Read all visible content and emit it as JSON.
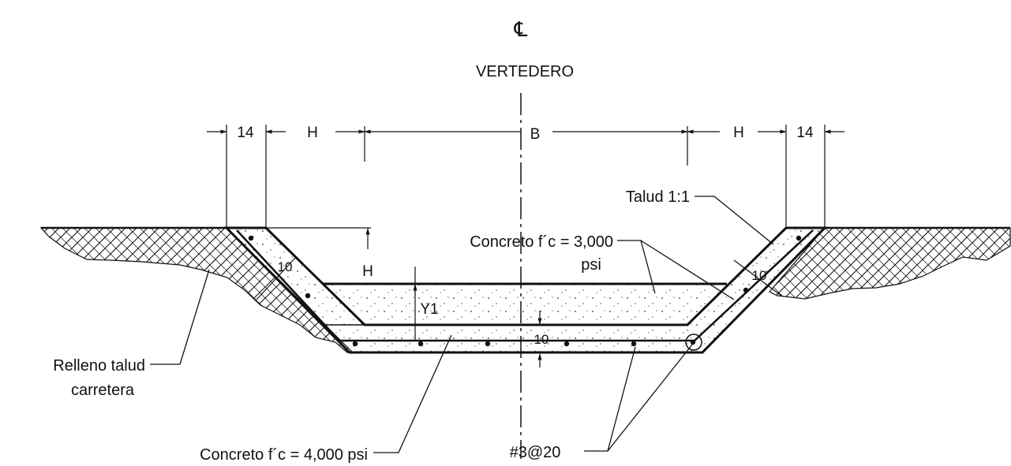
{
  "centerline": {
    "symbol": "℄",
    "title": "VERTEDERO"
  },
  "dimensions": {
    "left_wall": "14",
    "left_slope": "H",
    "bottom_width": "B",
    "right_slope": "H",
    "right_wall": "14",
    "depth": "H",
    "water_depth": "Y1",
    "slab_thickness": "10",
    "left_lining_thickness": "10",
    "right_lining_thickness": "10"
  },
  "labels": {
    "slope": "Talud 1:1",
    "concrete_upper_line1": "Concreto f´c = 3,000",
    "concrete_upper_line2": "psi",
    "fill_line1": "Relleno talud",
    "fill_line2": "carretera",
    "concrete_lower": "Concreto f´c = 4,000 psi",
    "rebar": "#3@20"
  },
  "colors": {
    "line": "#111111",
    "background": "#ffffff"
  }
}
